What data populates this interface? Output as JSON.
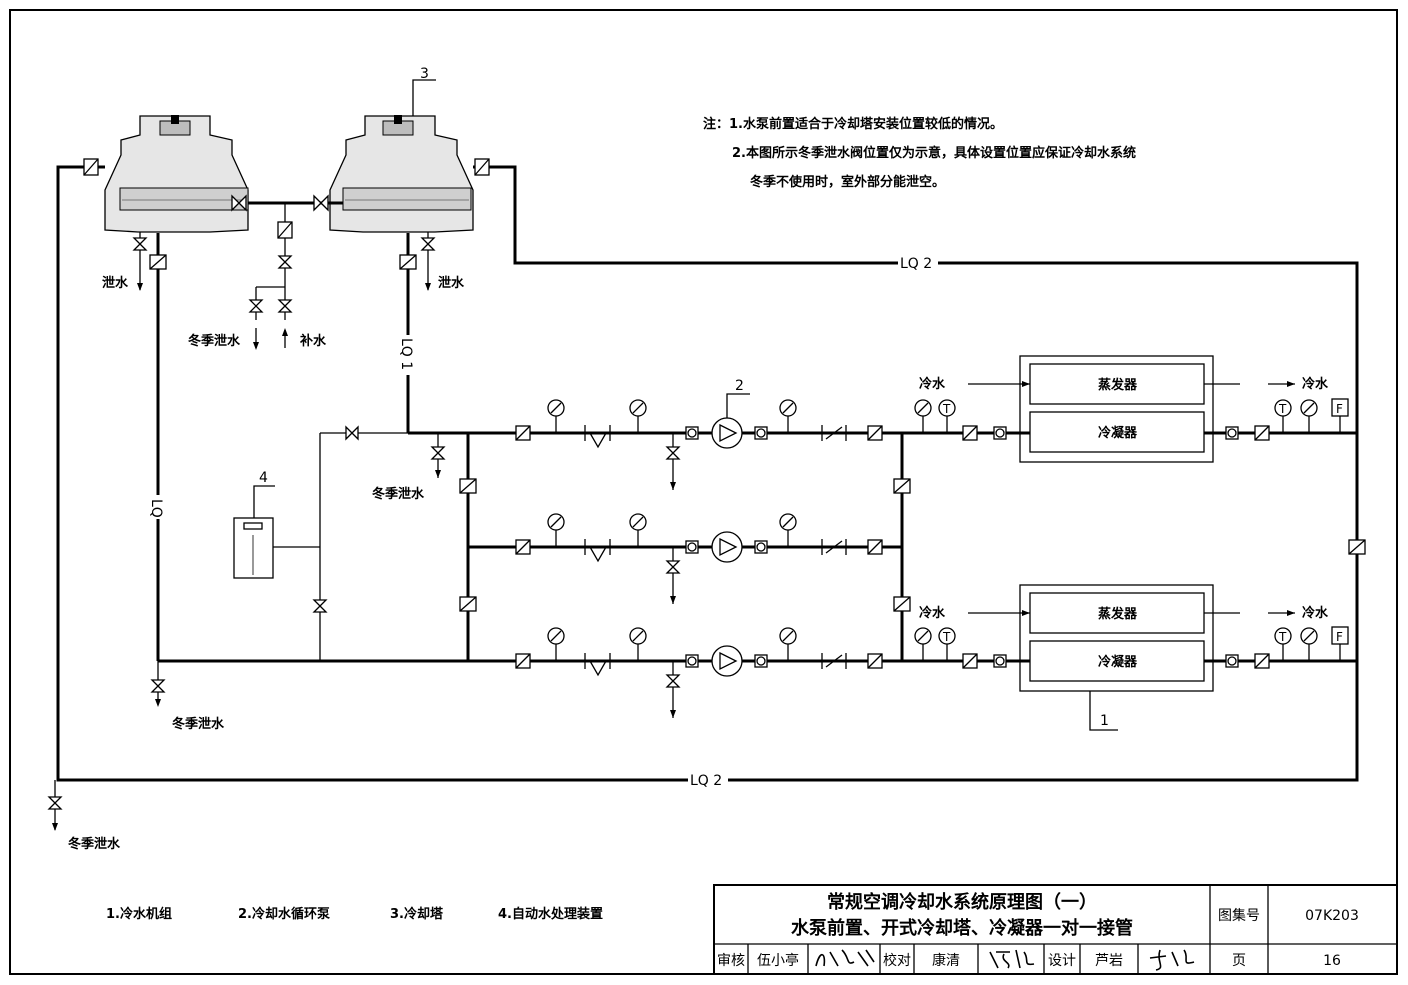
{
  "notes": {
    "line1": "注：1.水泵前置适合于冷却塔安装位置较低的情况。",
    "line2": "2.本图所示冬季泄水阀位置仅为示意，具体设置位置应保证冷却水系统",
    "line3": "冬季不使用时，室外部分能泄空。"
  },
  "labels": {
    "drain": "泄水",
    "winter_drain": "冬季泄水",
    "makeup": "补水",
    "chilled_water": "冷水",
    "evaporator": "蒸发器",
    "condenser": "冷凝器",
    "lq": "LQ",
    "lq1": "LQ 1",
    "lq2": "LQ 2",
    "thermometer_symbol": "T",
    "flow_symbol": "F"
  },
  "item_numbers": {
    "chiller": "1",
    "pump": "2",
    "tower": "3",
    "treatment": "4"
  },
  "legend": [
    "1.冷水机组",
    "2.冷却水循环泵",
    "3.冷却塔",
    "4.自动水处理装置"
  ],
  "title_block": {
    "title1": "常规空调冷却水系统原理图（一）",
    "title2": "水泵前置、开式冷却塔、冷凝器一对一接管",
    "atlas_label": "图集号",
    "atlas_no": "07K203",
    "page_label": "页",
    "page_no": "16",
    "review_label": "审核",
    "reviewer": "伍小亭",
    "check_label": "校对",
    "checker": "康清",
    "design_label": "设计",
    "designer": "芦岩"
  }
}
